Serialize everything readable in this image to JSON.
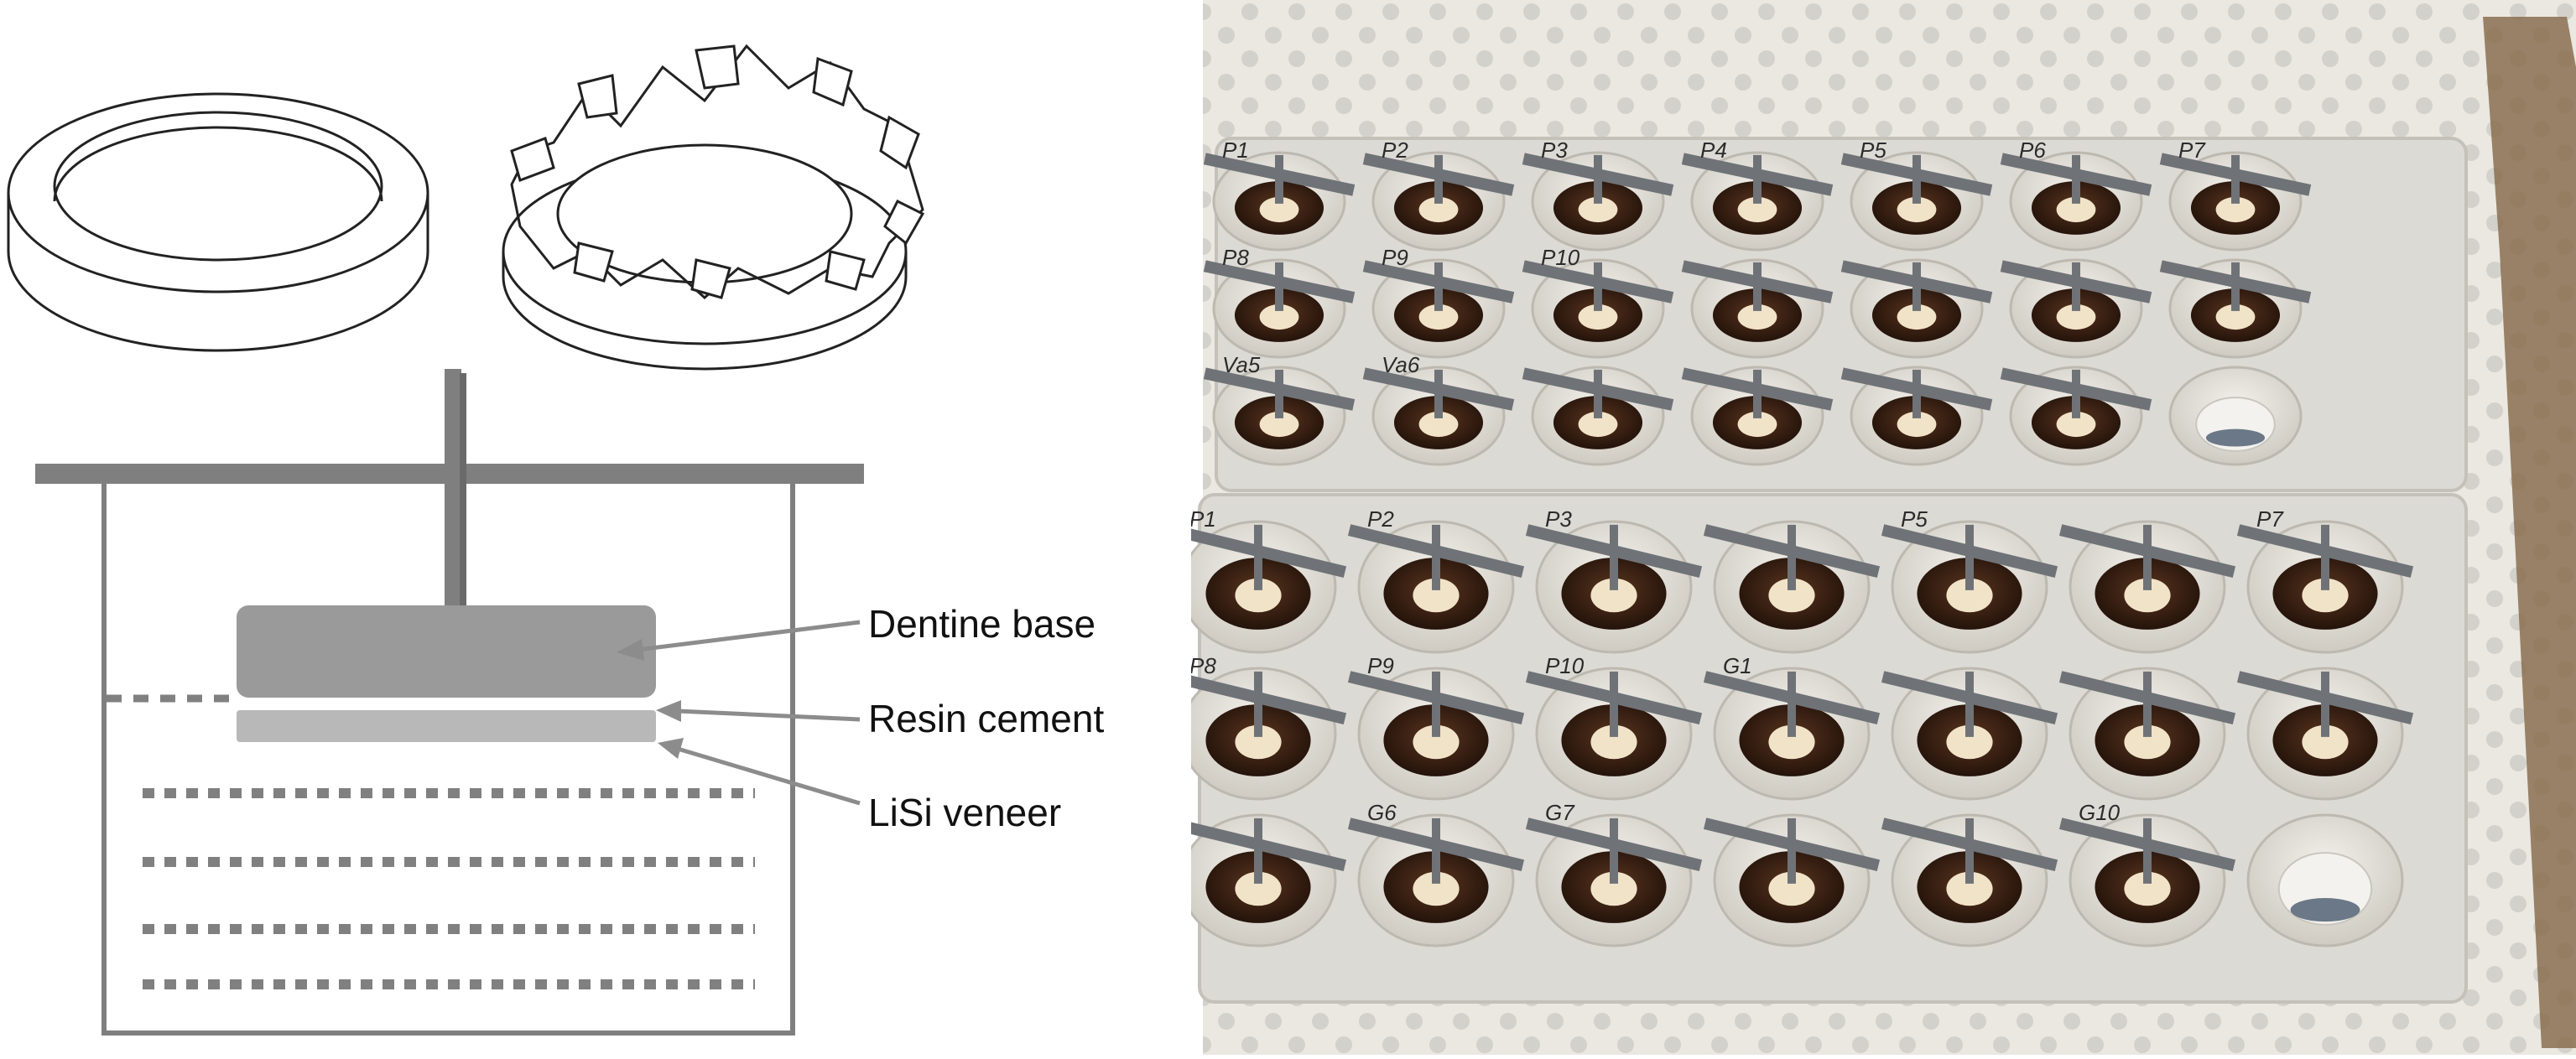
{
  "diagram": {
    "labels": {
      "dentine_base": "Dentine base",
      "resin_cement": "Resin cement",
      "lisi_veneer": "LiSi veneer"
    },
    "colors": {
      "line_dark": "#7f7f7f",
      "dentine_fill": "#9a9a9a",
      "cement_fill": "#b8b8b8",
      "dotted": "#808080",
      "arrow": "#8c8c8c"
    }
  },
  "photo": {
    "colors": {
      "fabric": "#e8e4dc",
      "tray": "#dcdad4",
      "cup": "#e9e7e1",
      "liquid": "#3a2114",
      "specimen": "#f1e3c8",
      "bar": "#6f7378",
      "wall": "#8a6f50"
    },
    "trays": [
      {
        "rows": [
          [
            "P1",
            "P2",
            "P3",
            "P4",
            "P5",
            "P6",
            "P7"
          ],
          [
            "P8",
            "P9",
            "P10",
            "",
            "",
            "",
            ""
          ],
          [
            "Va5",
            "Va6",
            "",
            "",
            "",
            "",
            "empty"
          ]
        ]
      },
      {
        "rows": [
          [
            "P1",
            "P2",
            "P3",
            "",
            "P5",
            "",
            "P7"
          ],
          [
            "P8",
            "P9",
            "P10",
            "G1",
            "",
            "",
            ""
          ],
          [
            "",
            "G6",
            "G7",
            "",
            "",
            "G10",
            "empty"
          ]
        ]
      }
    ]
  }
}
